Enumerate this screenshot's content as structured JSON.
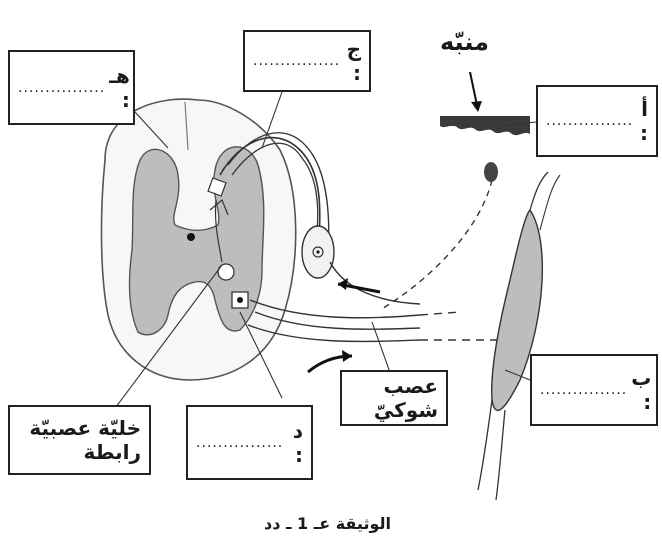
{
  "labels": {
    "a": {
      "letter": "أ :",
      "blank": "................"
    },
    "b": {
      "letter": "ب :",
      "blank": "................"
    },
    "c": {
      "letter": "ج :",
      "blank": "................"
    },
    "d": {
      "letter": "د :",
      "blank": "................"
    },
    "e": {
      "letter": "هـ :",
      "blank": "................"
    }
  },
  "stimulus_label": "منبّه",
  "interneuron_label": "خليّة عصبيّة رابطة",
  "spinal_nerve_label": "عصب شوكيّ",
  "caption": "الوثيقة عـ 1 ـ دد",
  "colors": {
    "gray_matter": "#bdbdbd",
    "line": "#333333",
    "stimulus_bar": "#3a3a3a"
  }
}
